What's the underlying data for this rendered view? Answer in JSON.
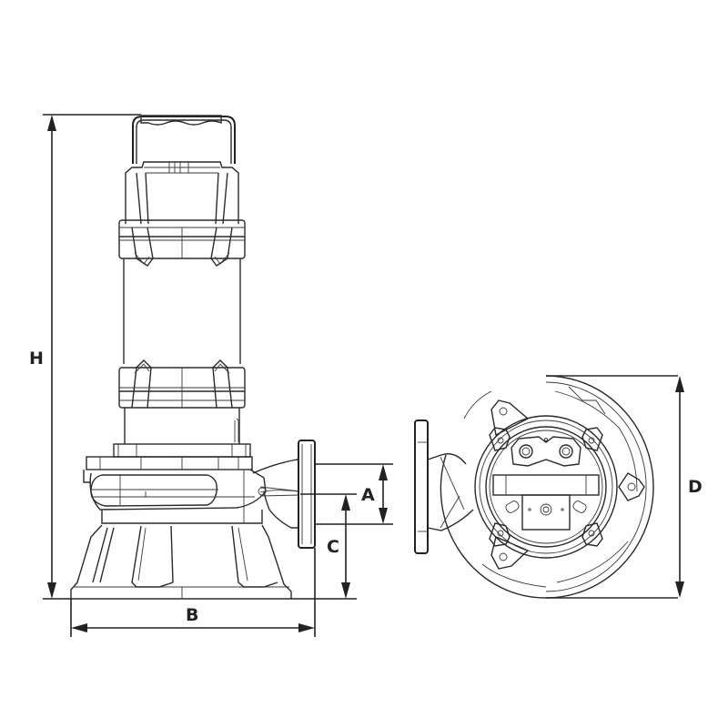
{
  "diagram": {
    "title": "Submersible pump dimension drawing",
    "views": [
      {
        "name": "side-view",
        "description": "Pump with lifting handle, motor housing, volute and stand, discharge flange on right"
      },
      {
        "name": "top-view",
        "description": "Plan view of pump showing circular housing, discharge flange and cable entry"
      }
    ],
    "dimensions": {
      "H": {
        "label": "H",
        "meaning": "overall height"
      },
      "B": {
        "label": "B",
        "meaning": "overall width base to flange"
      },
      "A": {
        "label": "A",
        "meaning": "flange outlet diameter"
      },
      "C": {
        "label": "C",
        "meaning": "outlet centre height"
      },
      "D": {
        "label": "D",
        "meaning": "housing diameter"
      }
    },
    "colors": {
      "line": "#2a2a2a",
      "background": "#ffffff",
      "label": "#222222"
    }
  }
}
